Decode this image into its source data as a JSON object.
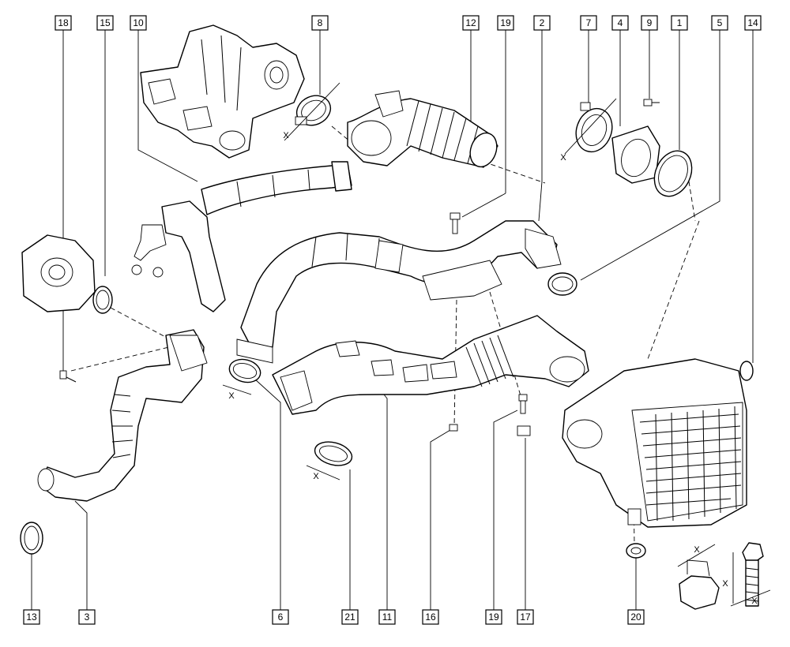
{
  "callouts": {
    "c18": "18",
    "c15": "15",
    "c10": "10",
    "c8": "8",
    "c12": "12",
    "c19a": "19",
    "c2": "2",
    "c7": "7",
    "c4": "4",
    "c9": "9",
    "c1": "1",
    "c5": "5",
    "c14": "14",
    "c13": "13",
    "c3": "3",
    "c6": "6",
    "c21": "21",
    "c11": "11",
    "c16": "16",
    "c19b": "19",
    "c17": "17",
    "c20": "20"
  },
  "dimension_marks": {
    "x1": "X",
    "x2": "X",
    "x3": "X",
    "x4": "X",
    "x5": "X",
    "x6": "X",
    "x7": "X"
  },
  "colors": {
    "ink": "#000000",
    "paper": "#ffffff"
  }
}
